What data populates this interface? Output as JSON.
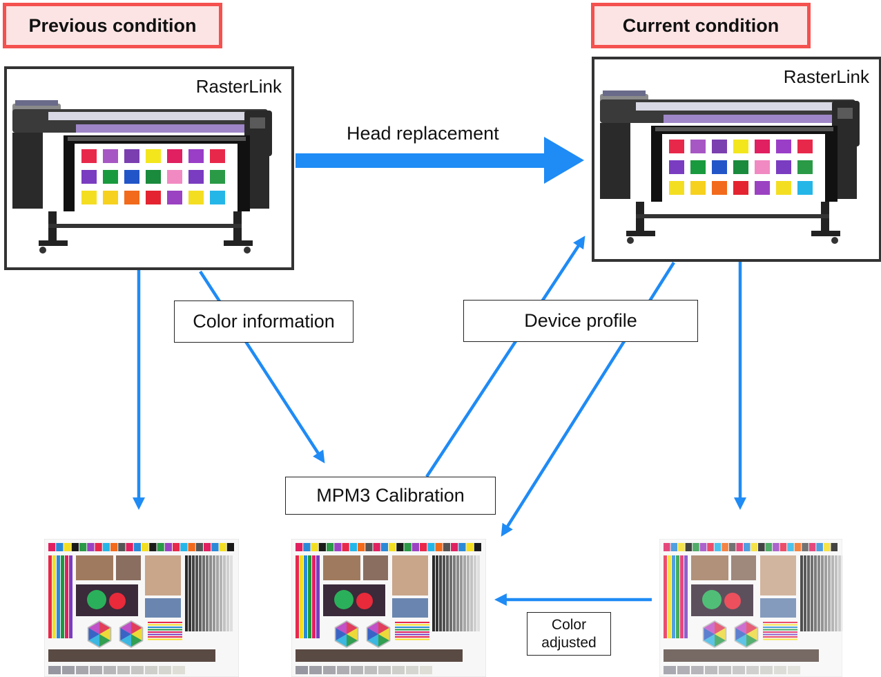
{
  "labels": {
    "previous": "Previous condition",
    "current": "Current condition",
    "rasterlink_left": "RasterLink",
    "rasterlink_right": "RasterLink",
    "head_replacement": "Head replacement",
    "color_information": "Color information",
    "device_profile": "Device profile",
    "mpm3_calibration": "MPM3 Calibration",
    "color_adjusted_line1": "Color",
    "color_adjusted_line2": "adjusted"
  },
  "colors": {
    "arrow": "#1f8bf5",
    "label_border": "#f4514f",
    "label_fill": "#fde4e4"
  },
  "swatches": [
    [
      "#e8284a",
      "#a757c4",
      "#7b3fb0",
      "#f3e61d",
      "#e02060",
      "#9a3ec8",
      "#e8284a"
    ],
    [
      "#7a3cc0",
      "#1a9a3e",
      "#2255c8",
      "#1a8a3c",
      "#f18ac2",
      "#7a3cc0",
      "#2a9a46"
    ],
    [
      "#f4de22",
      "#f6d11e",
      "#f26a1b",
      "#e42430",
      "#9b42c2",
      "#f4de22",
      "#25b6e8"
    ]
  ]
}
